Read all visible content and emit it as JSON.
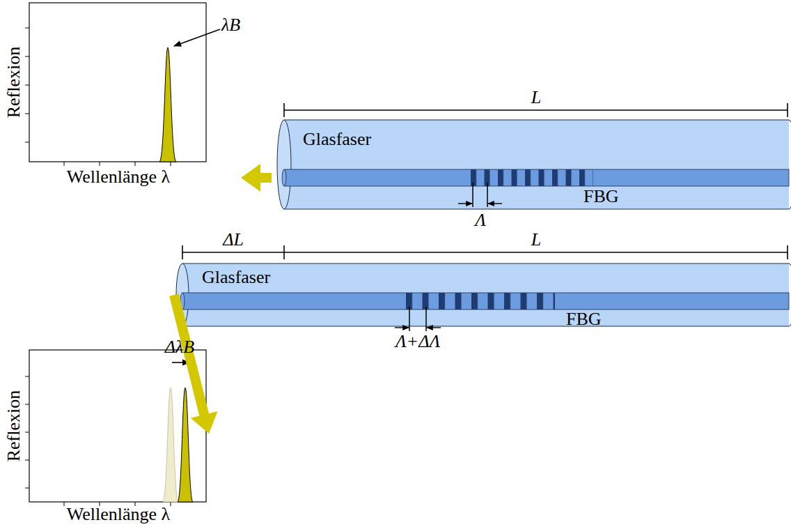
{
  "diagram": {
    "nodes": [
      {
        "text": [
          "Reflexion",
          "Wellenlänge λ",
          "λB"
        ]
      },
      {
        "text": [
          "Glasfaser",
          "FBG"
        ]
      },
      {
        "text": [
          "Glasfaser",
          "FBG"
        ]
      },
      {
        "text": [
          "Reflexion",
          "Wellenlänge λ",
          "ΔλB"
        ]
      }
    ],
    "edges": [
      {
        "from": 1,
        "to": 0,
        "arrow": "to"
      },
      {
        "from": 2,
        "to": 3,
        "arrow": "to"
      }
    ],
    "labels": [
      "L",
      "Λ",
      "ΔL",
      "L",
      "Λ+ΔΛ"
    ]
  }
}
